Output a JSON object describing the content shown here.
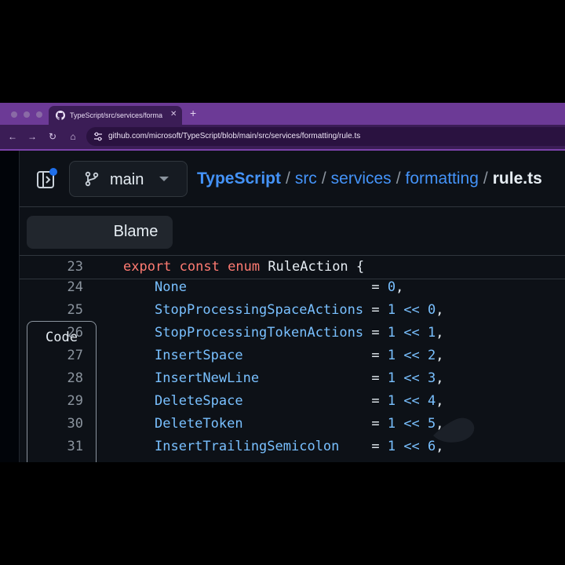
{
  "browser": {
    "tab_title": "TypeScript/src/services/formatt",
    "tab_close": "✕",
    "new_tab": "+",
    "url": "github.com/microsoft/TypeScript/blob/main/src/services/formatting/rule.ts",
    "nav": {
      "back": "←",
      "forward": "→",
      "reload": "↻",
      "home": "⌂"
    },
    "colors": {
      "tab_bar": "#6c3a96",
      "toolbar": "#3b1d56"
    }
  },
  "repo_header": {
    "branch": "main",
    "breadcrumb": {
      "repo": "TypeScript",
      "separator": "/",
      "segments": [
        "src",
        "services",
        "formatting"
      ],
      "file": "rule.ts"
    }
  },
  "view_tabs": {
    "code": "Code",
    "blame": "Blame",
    "selected": "Code"
  },
  "code": {
    "header_line": {
      "number": "23",
      "kw1": "export",
      "kw2": "const",
      "kw3": "enum",
      "name": "RuleAction",
      "brace": "{"
    },
    "lines": [
      {
        "number": "24",
        "name": "None",
        "rhs": "0",
        "pad": "                       "
      },
      {
        "number": "25",
        "name": "StopProcessingSpaceActions",
        "rhs": "1 << 0",
        "pad": " "
      },
      {
        "number": "26",
        "name": "StopProcessingTokenActions",
        "rhs": "1 << 1",
        "pad": " "
      },
      {
        "number": "27",
        "name": "InsertSpace",
        "rhs": "1 << 2",
        "pad": "                "
      },
      {
        "number": "28",
        "name": "InsertNewLine",
        "rhs": "1 << 3",
        "pad": "              "
      },
      {
        "number": "29",
        "name": "DeleteSpace",
        "rhs": "1 << 4",
        "pad": "                "
      },
      {
        "number": "30",
        "name": "DeleteToken",
        "rhs": "1 << 5",
        "pad": "                "
      },
      {
        "number": "31",
        "name": "InsertTrailingSemicolon",
        "rhs": "1 << 6",
        "pad": "    "
      }
    ]
  },
  "icons": [
    "github-icon",
    "back-arrow-icon",
    "forward-arrow-icon",
    "reload-icon",
    "home-icon",
    "site-settings-icon",
    "sidebar-toggle-icon",
    "git-branch-icon",
    "chevron-down-icon"
  ]
}
